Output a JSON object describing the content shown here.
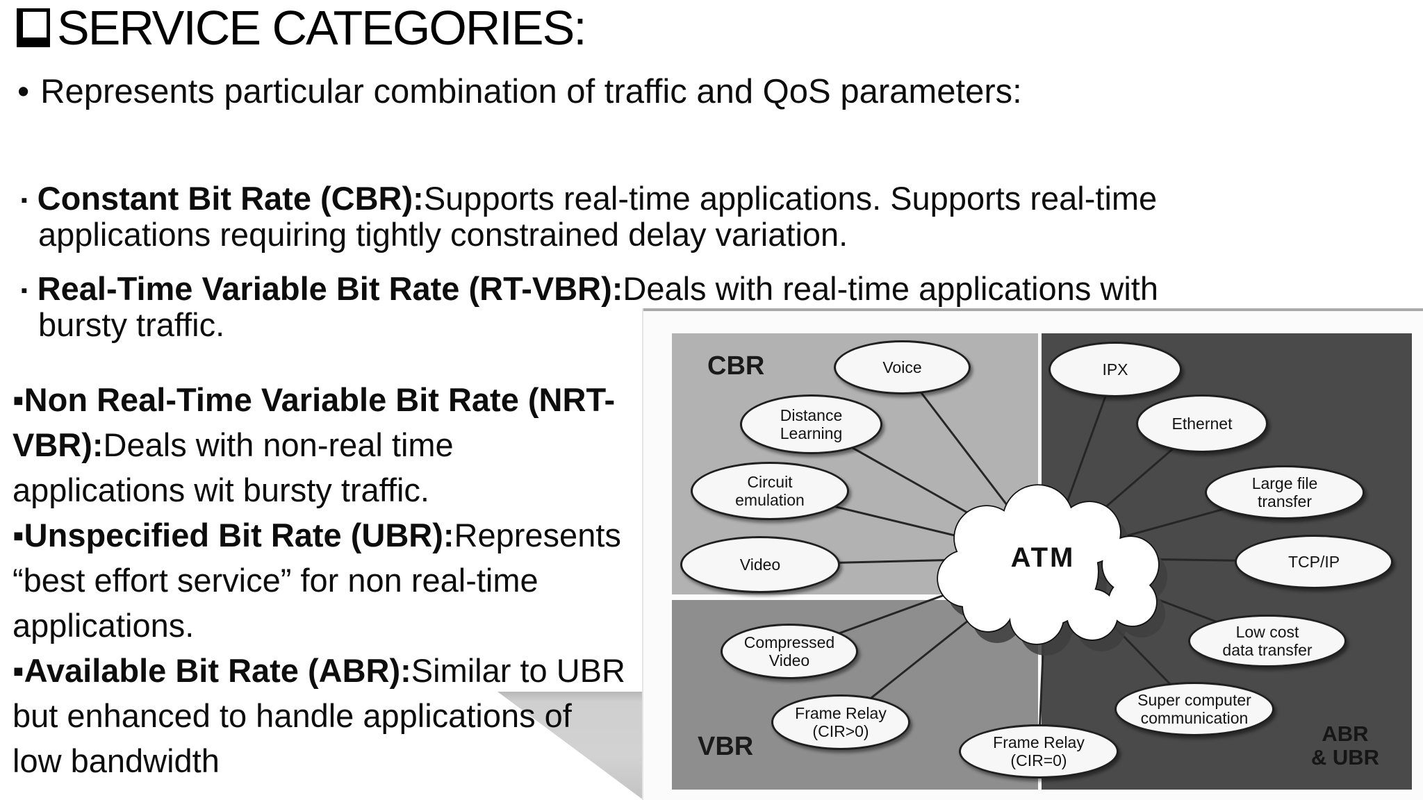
{
  "title": {
    "bullet_icon": "open-square-bullet",
    "text": "SERVICE CATEGORIES:"
  },
  "intro": {
    "bullet_glyph": "•",
    "text": "Represents particular combination of traffic and QoS parameters:"
  },
  "bullets_upper": [
    {
      "glyph": "▪",
      "lines": [
        {
          "bold": "Constant Bit Rate (CBR):",
          "rest": "Supports real-time applications. Supports real-time"
        },
        {
          "bold": "",
          "rest": "applications requiring tightly constrained delay variation."
        }
      ]
    },
    {
      "glyph": "▪",
      "lines": [
        {
          "bold": "Real-Time Variable Bit Rate (RT-VBR):",
          "rest": "Deals with real-time applications with"
        },
        {
          "bold": "",
          "rest": "bursty traffic."
        }
      ]
    }
  ],
  "bullets_lower_lines": [
    {
      "bold": "▪Non Real-Time Variable Bit Rate (NRT-",
      "rest": ""
    },
    {
      "bold": "VBR):",
      "rest": "Deals with non-real time"
    },
    {
      "bold": "",
      "rest": "applications wit bursty traffic."
    },
    {
      "bold": "▪Unspecified Bit Rate (UBR):",
      "rest": "Represents"
    },
    {
      "bold": "",
      "rest": "“best effort service” for non real-time"
    },
    {
      "bold": "",
      "rest": "applications."
    },
    {
      "bold": "▪Available Bit Rate (ABR):",
      "rest": "Similar to UBR"
    },
    {
      "bold": "",
      "rest": "but enhanced to handle applications of"
    },
    {
      "bold": "",
      "rest": "low bandwidth"
    }
  ],
  "figure": {
    "cloud_label": "ATM",
    "regions": [
      {
        "id": "cbr",
        "label": "CBR"
      },
      {
        "id": "vbr",
        "label": "VBR"
      },
      {
        "id": "abr_ubr",
        "label": "ABR\n& UBR"
      }
    ],
    "nodes": [
      {
        "label": "Voice"
      },
      {
        "label": "Distance\nLearning"
      },
      {
        "label": "Circuit\nemulation"
      },
      {
        "label": "Video"
      },
      {
        "label": "IPX"
      },
      {
        "label": "Ethernet"
      },
      {
        "label": "Large file\ntransfer"
      },
      {
        "label": "TCP/IP"
      },
      {
        "label": "Low cost\ndata transfer"
      },
      {
        "label": "Super computer\ncommunication"
      },
      {
        "label": "Compressed\nVideo"
      },
      {
        "label": "Frame Relay\n(CIR>0)"
      },
      {
        "label": "Frame Relay\n(CIR=0)"
      }
    ],
    "colors": {
      "cbr_bg": "#b2b2b2",
      "vbr_bg": "#8e8e8e",
      "abr_ubr_bg": "#4a4a4a",
      "node_fill": "#f7f7f7",
      "node_border": "#1f1f1f",
      "connector_line": "#262626",
      "cloud_fill": "#ffffff",
      "cloud_shadow": "#3f3f3f"
    }
  }
}
